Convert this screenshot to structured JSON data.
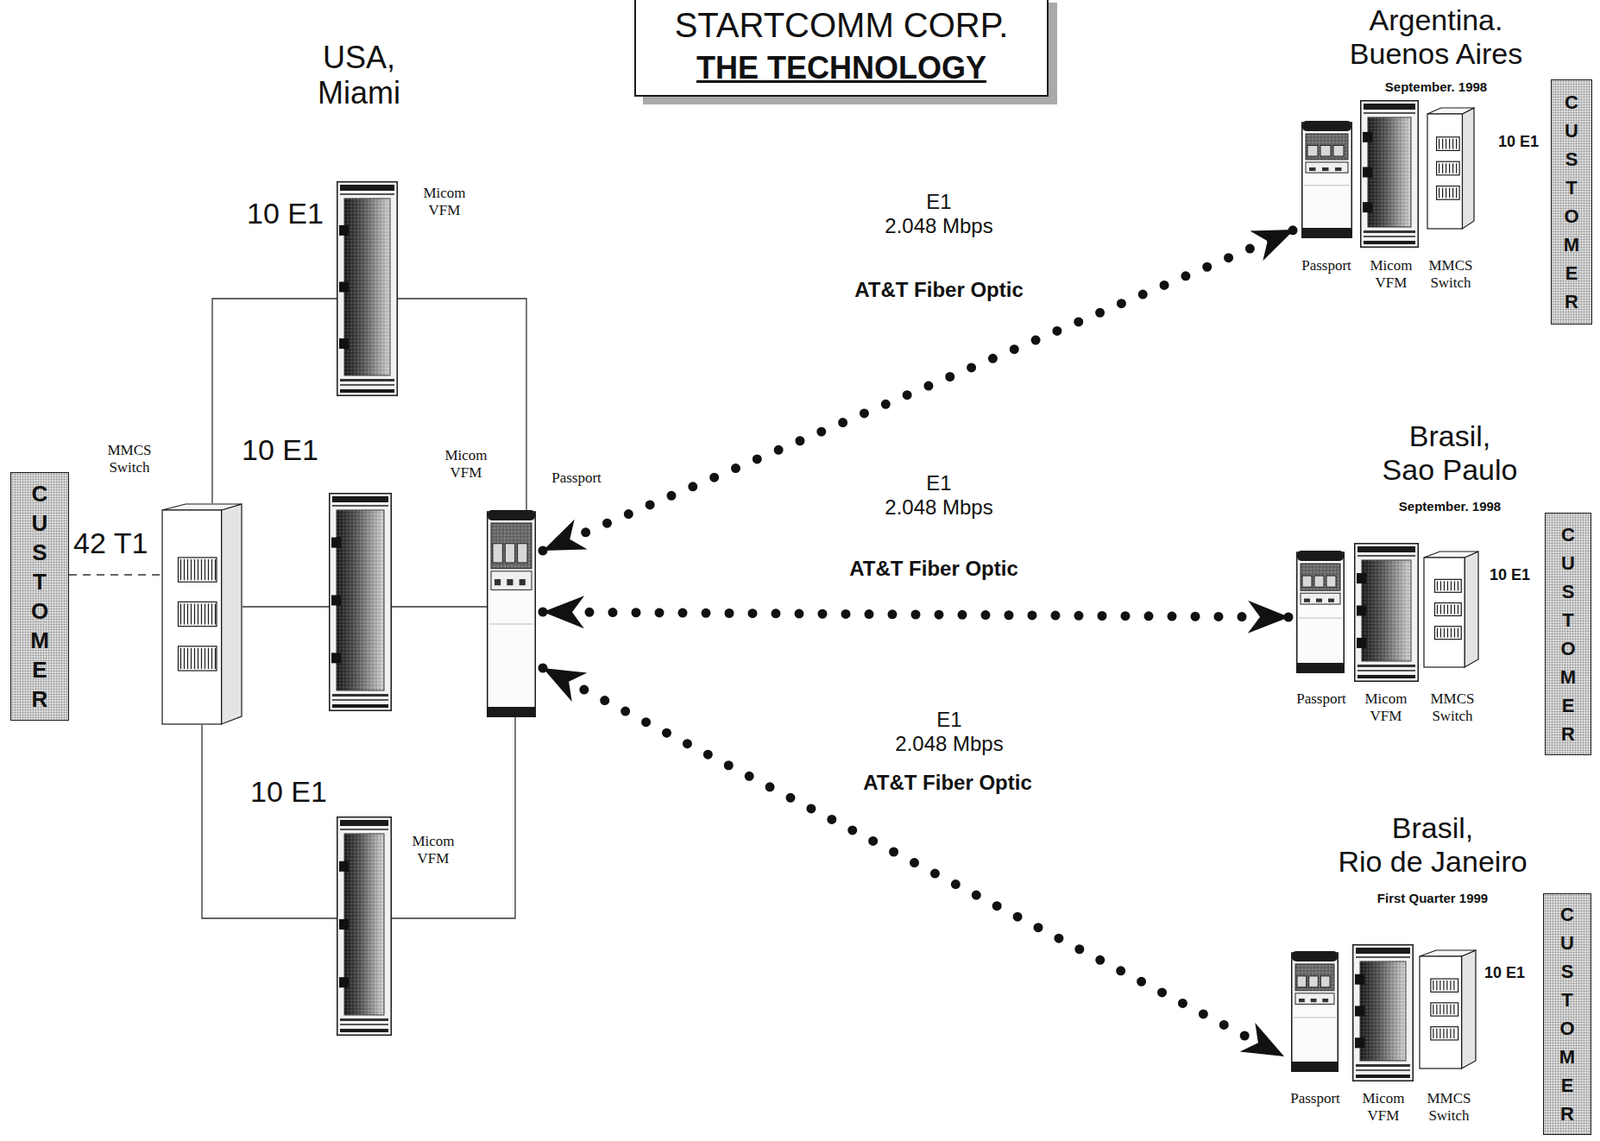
{
  "diagram": {
    "nodes": [
      {
        "text": [
          "STARTCOMM CORP.",
          "THE TECHNOLOGY"
        ]
      },
      {
        "text": [
          "CUSTOMER"
        ]
      },
      {
        "text": [
          "MMCS Switch"
        ]
      },
      {
        "text": [
          "Micom VFM"
        ]
      },
      {
        "text": [
          "Micom VFM"
        ]
      },
      {
        "text": [
          "Micom VFM"
        ]
      },
      {
        "text": [
          "Passport"
        ]
      },
      {
        "text": [
          "Passport"
        ]
      },
      {
        "text": [
          "Micom VFM"
        ]
      },
      {
        "text": [
          "MMCS Switch"
        ]
      },
      {
        "text": [
          "CUSTOMER"
        ]
      },
      {
        "text": [
          "Passport"
        ]
      },
      {
        "text": [
          "Micom VFM"
        ]
      },
      {
        "text": [
          "MMCS Switch"
        ]
      },
      {
        "text": [
          "CUSTOMER"
        ]
      },
      {
        "text": [
          "Passport"
        ]
      },
      {
        "text": [
          "Micom VFM"
        ]
      },
      {
        "text": [
          "MMCS Switch"
        ]
      },
      {
        "text": [
          "CUSTOMER"
        ]
      }
    ],
    "edges": [
      {
        "from": 1,
        "to": 2,
        "arrow": "none",
        "label": "42 T1"
      },
      {
        "from": 2,
        "to": 3,
        "arrow": "none"
      },
      {
        "from": 3,
        "to": 6,
        "arrow": "none"
      },
      {
        "from": 2,
        "to": 4,
        "arrow": "none"
      },
      {
        "from": 4,
        "to": 6,
        "arrow": "none"
      },
      {
        "from": 2,
        "to": 5,
        "arrow": "none"
      },
      {
        "from": 5,
        "to": 6,
        "arrow": "none"
      },
      {
        "from": 6,
        "to": 7,
        "arrow": "both",
        "label": "E1 2.048 Mbps"
      },
      {
        "from": 6,
        "to": 11,
        "arrow": "both",
        "label": "E1 2.048 Mbps"
      },
      {
        "from": 6,
        "to": 15,
        "arrow": "both",
        "label": "E1 2.048 Mbps"
      }
    ],
    "labels": [
      "USA, Miami",
      "10 E1",
      "10 E1",
      "10 E1",
      "Argentina. Buenos Aires",
      "September. 1998",
      "10 E1",
      "AT&T Fiber Optic",
      "Brasil, Sao Paulo",
      "September. 1998",
      "10 E1",
      "AT&T Fiber Optic",
      "Brasil, Rio de Janeiro",
      "First Quarter 1999",
      "10 E1",
      "AT&T Fiber Optic"
    ]
  }
}
